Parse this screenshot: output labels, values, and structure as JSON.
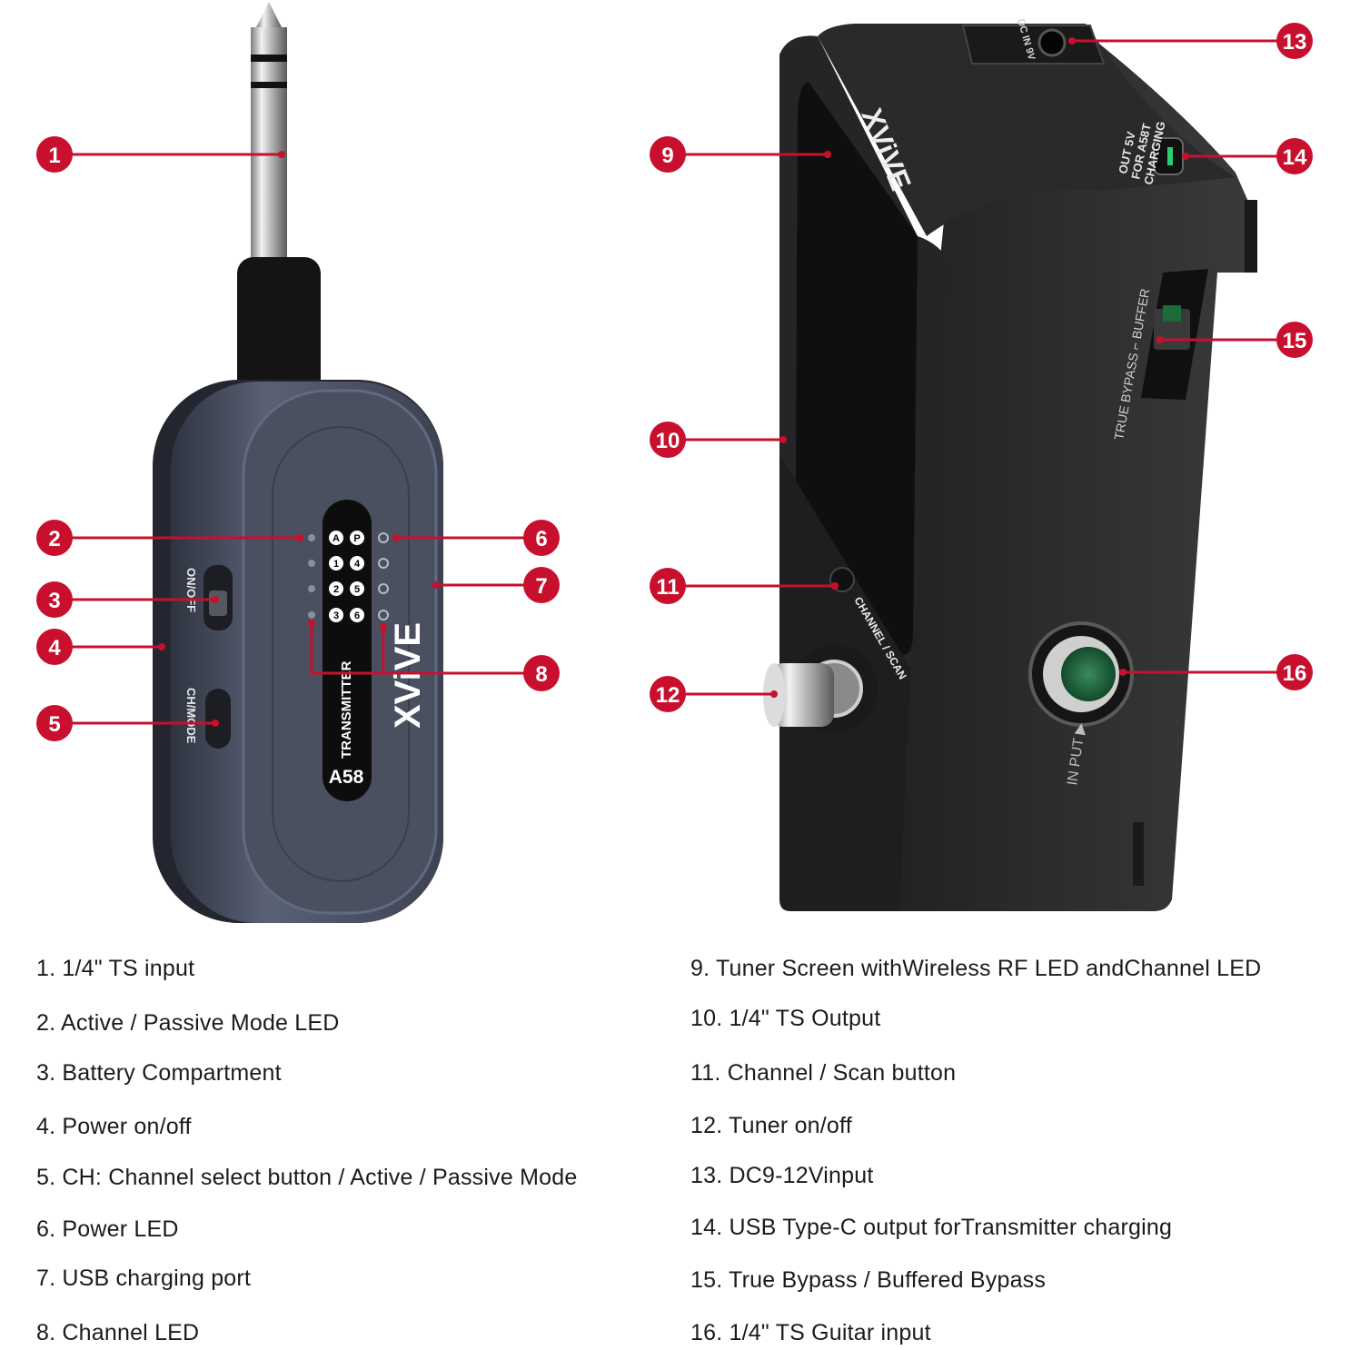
{
  "colors": {
    "callout": "#c8102e",
    "transmitter_body": "#4b5164",
    "receiver_body": "#2c2c2e",
    "legend_text": "#1b1b1b"
  },
  "device_labels": {
    "transmitter": "TRANSMITTER",
    "model": "A58",
    "on_off": "ON/OFF",
    "ch_mode": "CH/MODE",
    "led_a": "A",
    "led_p": "P",
    "ch1": "1",
    "ch2": "2",
    "ch3": "3",
    "ch4": "4",
    "ch5": "5",
    "ch6": "6",
    "brand": "XViVE",
    "dc_input": "DC IN 9V",
    "usb_out": "OUT 5V",
    "usb_for": "FOR A58T",
    "usb_charging": "CHARGING",
    "bypass": "TRUE BYPASS ⌐ BUFFER",
    "channel_scan": "CHANNEL / SCAN",
    "input": "IN PUT ▶"
  },
  "callouts": [
    "1",
    "2",
    "3",
    "4",
    "5",
    "6",
    "7",
    "8",
    "9",
    "10",
    "11",
    "12",
    "13",
    "14",
    "15",
    "16"
  ],
  "legend": [
    "1. 1/4\" TS input",
    "2. Active / Passive Mode LED",
    "3. Battery Compartment",
    "4. Power on/off",
    "5. CH: Channel select button / Active / Passive Mode",
    "6. Power LED",
    "7. USB charging port",
    "8. Channel LED",
    "9. Tuner Screen withWireless RF LED andChannel LED",
    "10. 1/4\" TS Output",
    "11. Channel / Scan button",
    "12. Tuner on/off",
    "13. DC9-12Vinput",
    "14. USB Type-C output forTransmitter charging",
    "15. True Bypass / Buffered Bypass",
    "16. 1/4\" TS Guitar input"
  ]
}
